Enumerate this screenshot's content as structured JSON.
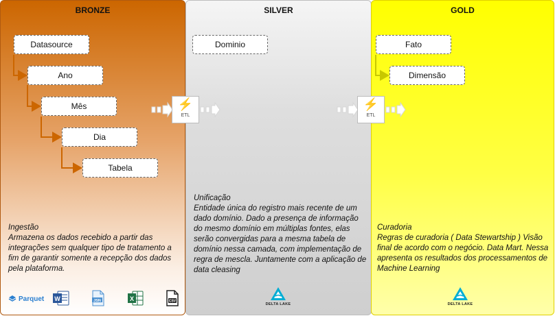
{
  "layers": {
    "bronze": {
      "title": "BRONZE",
      "boxes": [
        "Datasource",
        "Ano",
        "Mês",
        "Dia",
        "Tabela"
      ],
      "desc_title": "Ingestão",
      "desc_body": "Armazena os dados recebido a partir das integrações sem qualquer tipo de tratamento a fim de garantir somente a recepção dos dados pela plataforma.",
      "formats": {
        "parquet": "Parquet",
        "word": "word-icon",
        "json": "JSN",
        "excel": "excel-icon",
        "csv": "CSV"
      }
    },
    "silver": {
      "title": "SILVER",
      "boxes": [
        "Dominio"
      ],
      "desc_title": "Unificação",
      "desc_body": "Entidade única do registro mais recente de um dado domínio. Dado a presença de informação do mesmo domínio em múltiplas fontes, elas serão convergidas para a mesma tabela de domínio nessa camada, com implementação de regra de mescla. Juntamente com a aplicação de data cleasing",
      "logo": "DELTA LAKE"
    },
    "gold": {
      "title": "GOLD",
      "boxes": [
        "Fato",
        "Dimensão"
      ],
      "desc_title": "Curadoria",
      "desc_body": "Regras de curadoria ( Data Stewartship ) Visão final de acordo com o negócio. Data Mart. Nessa apresenta os resultados dos processamentos de Machine Learning",
      "logo": "DELTA LAKE"
    }
  },
  "etl": [
    {
      "label": "ETL",
      "icon": "lightning-icon"
    },
    {
      "label": "ETL",
      "icon": "lightning-icon"
    }
  ],
  "colors": {
    "bronze": "#cc6600",
    "silver": "#d9d9d9",
    "gold": "#ffff00",
    "bronze_connector": "#cc6600",
    "gold_connector": "#cccc00"
  }
}
